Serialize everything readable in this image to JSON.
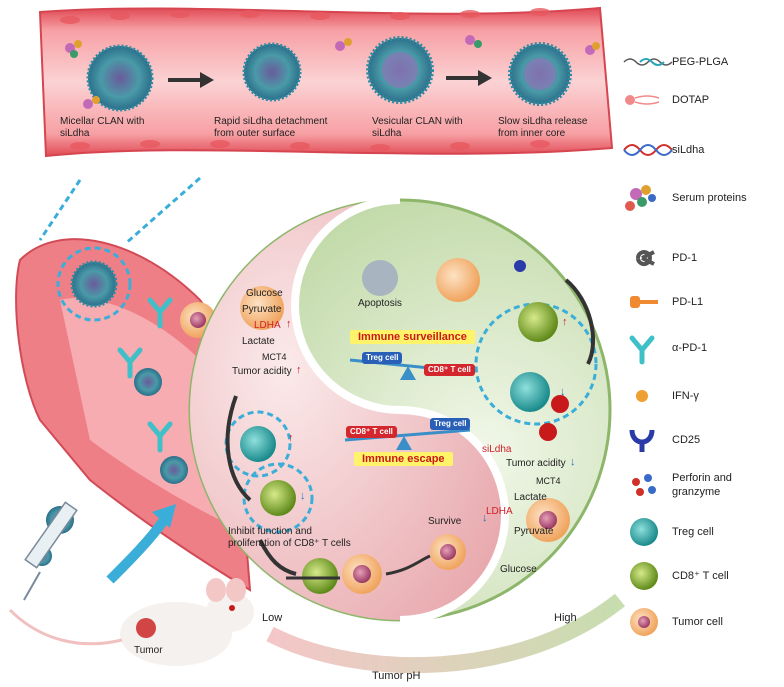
{
  "vessel_top": {
    "step1": "Micellar CLAN with",
    "step1b": "siLdha",
    "step2": "Rapid siLdha detachment",
    "step2b": "from outer surface",
    "step3": "Vesicular CLAN with",
    "step3b": "siLdha",
    "step4": "Slow siLdha release",
    "step4b": "from inner core"
  },
  "legend": [
    {
      "icon": "peg-plga-icon",
      "label": "PEG-PLGA"
    },
    {
      "icon": "dotap-icon",
      "label": "DOTAP"
    },
    {
      "icon": "sildha-icon",
      "label": "siLdha"
    },
    {
      "icon": "serum-proteins-icon",
      "label": "Serum proteins"
    },
    {
      "icon": "pd1-icon",
      "label": "PD-1"
    },
    {
      "icon": "pdl1-icon",
      "label": "PD-L1"
    },
    {
      "icon": "anti-pd1-icon",
      "label": "α-PD-1"
    },
    {
      "icon": "ifn-gamma-icon",
      "label": "IFN-γ"
    },
    {
      "icon": "cd25-icon",
      "label": "CD25"
    },
    {
      "icon": "perforin-icon",
      "label": "Perforin and"
    },
    {
      "icon": "perforin-icon-b",
      "label": "granzyme"
    },
    {
      "icon": "treg-cell-icon",
      "label": "Treg cell"
    },
    {
      "icon": "cd8-cell-icon",
      "label": "CD8⁺ T cell"
    },
    {
      "icon": "tumor-cell-icon",
      "label": "Tumor cell"
    }
  ],
  "left_half": {
    "glucose": "Glucose",
    "pyruvate": "Pyruvate",
    "ldha": "LDHA",
    "lactate": "Lactate",
    "mct4": "MCT4",
    "tumor_acidity": "Tumor acidity",
    "cd8_pill": "CD8⁺ T cell",
    "treg_pill": "Treg cell",
    "immune_escape": "Immune escape",
    "inhibit1": "Inhibit function and",
    "inhibit2": "proliferation of CD8⁺ T cells",
    "survive": "Survive"
  },
  "right_half": {
    "apoptosis": "Apoptosis",
    "immune_surveillance": "Immune surveillance",
    "treg_pill": "Treg cell",
    "cd8_pill": "CD8⁺ T cell",
    "sildha": "siLdha",
    "tumor_acidity": "Tumor acidity",
    "mct4": "MCT4",
    "lactate": "Lactate",
    "ldha": "LDHA",
    "pyruvate": "Pyruvate",
    "glucose": "Glucose"
  },
  "bottom": {
    "low": "Low",
    "high": "High",
    "tumor_ph": "Tumor pH",
    "tumor": "Tumor"
  },
  "colors": {
    "vessel": "#f08a8a",
    "vessel_dark": "#e0555a",
    "treg": "#2fa7a7",
    "cd8": "#8aab2e",
    "tumor_cell": "#f4b07a",
    "dashed": "#3aaed8",
    "left_half": "#f2c9cc",
    "right_half": "#cfe3b9"
  }
}
